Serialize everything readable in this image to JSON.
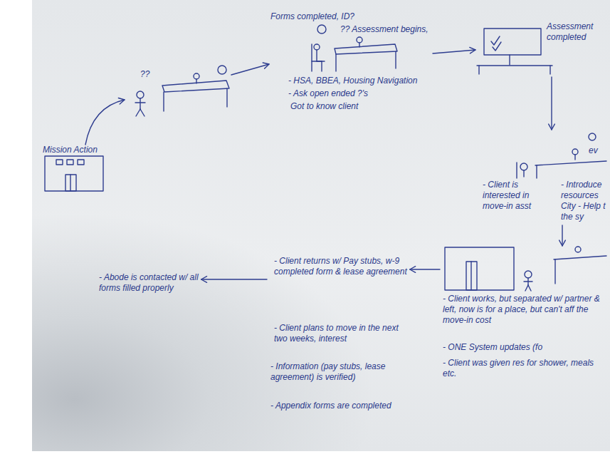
{
  "diagram": {
    "nodes": [
      {
        "text": [
          "Mission Action"
        ]
      },
      {
        "text": [
          "??"
        ]
      },
      {
        "text": [
          "Forms completed, ID?",
          "?? Assessment begins,",
          "- HSA, BBEA, Housing Navigation",
          "- Ask open ended ?'s",
          "Got to know client"
        ]
      },
      {
        "text": [
          "Assessment completed"
        ]
      },
      {
        "text": [
          "ev",
          "- Client is interested in move-in asst",
          "- Introduce resources City - Help t the sy"
        ]
      },
      {
        "text": [
          "- Client works, but separated w/ partner & left, now is for a place, but can't aff the move-in cost",
          "- ONE System updates (fo",
          "- Client was given res for shower, meals etc."
        ]
      },
      {
        "text": [
          "- Client returns w/ Pay stubs, w-9 completed form & lease agreement",
          "- Client plans to move in the next two weeks, interest",
          "- Information (pay stubs, lease agreement) is verified)",
          "- Appendix forms are completed"
        ]
      },
      {
        "text": [
          "- Abode is contacted w/ all forms filled properly"
        ]
      }
    ],
    "edges": [
      {
        "from": 0,
        "to": 1,
        "arrow": "to"
      },
      {
        "from": 1,
        "to": 2,
        "arrow": "to"
      },
      {
        "from": 2,
        "to": 3,
        "arrow": "to"
      },
      {
        "from": 3,
        "to": 4,
        "arrow": "to"
      },
      {
        "from": 4,
        "to": 5,
        "arrow": "to"
      },
      {
        "from": 5,
        "to": 6,
        "arrow": "to"
      },
      {
        "from": 6,
        "to": 7,
        "arrow": "to"
      }
    ]
  }
}
